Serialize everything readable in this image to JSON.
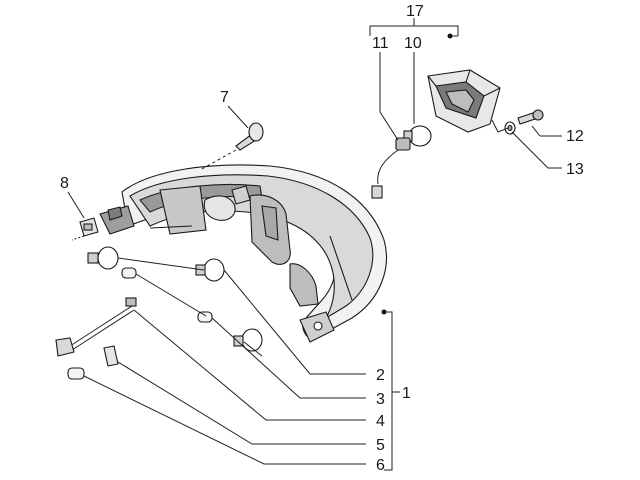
{
  "diagram": {
    "callouts": {
      "c1": "1",
      "c2": "2",
      "c3": "3",
      "c4": "4",
      "c5": "5",
      "c6": "6",
      "c7": "7",
      "c8": "8",
      "c10": "10",
      "c11": "11",
      "c12": "12",
      "c13": "13",
      "c17": "17"
    },
    "colors": {
      "line": "#1a1a1a",
      "shade": "#bdbdbd",
      "background": "#ffffff"
    }
  }
}
